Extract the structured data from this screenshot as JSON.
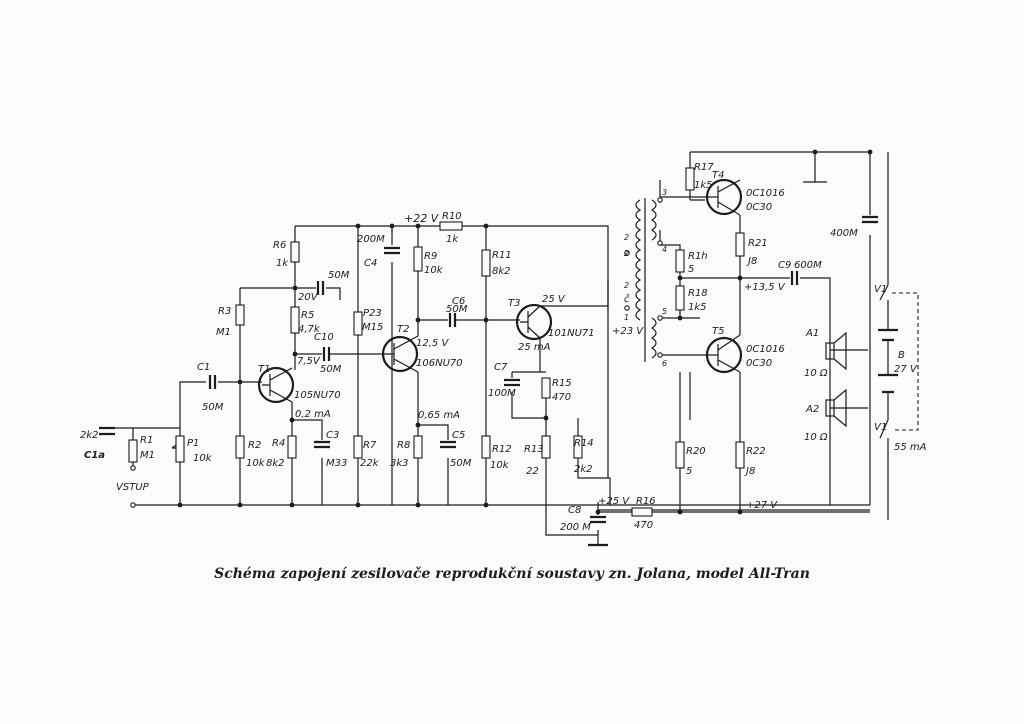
{
  "caption": "Schéma zapojení zesilovače reprodukční soustavy zn. Jolana, model All-Tran",
  "labels": {
    "c1a_val": "2k2",
    "c1a": "C1a",
    "r1": "R1",
    "r1_val": "M1",
    "p1": "P1",
    "p1_val": "10k",
    "vstup": "VSTUP",
    "c1": "C1",
    "c1_val": "50M",
    "r3": "R3",
    "r3_val": "M1",
    "r2": "R2",
    "r2_val": "10k",
    "t1": "T1",
    "t1_type": "105NU70",
    "r6": "R6",
    "r6_val": "1k",
    "r5": "R5",
    "r5_val": "4,7k",
    "r4": "R4",
    "r4_val": "8k2",
    "c3": "C3",
    "c3_val": "M33",
    "v20": "20V",
    "c50m_a": "50M",
    "c10": "C10",
    "c10_val": "50M",
    "v75": "7,5V",
    "i02": "0,2 mA",
    "p23": "P23",
    "p23_val": "M15",
    "r7": "R7",
    "r7_val": "22k",
    "c4_val": "200M",
    "c4": "C4",
    "r9": "R9",
    "r9_val": "10k",
    "v22": "+22 V",
    "r10": "R10",
    "r10_val": "1k",
    "t2": "T2",
    "t2_type": "106NU70",
    "v125": "12,5 V",
    "r8": "R8",
    "r8_val": "3k3",
    "c5": "C5",
    "c5_val": "50M",
    "i065": "0,65 mA",
    "c6": "C6",
    "c6_val": "50M",
    "r11": "R11",
    "r11_val": "8k2",
    "r12": "R12",
    "r12_val": "10k",
    "t3": "T3",
    "t3_type": "101NU71",
    "v25": "25 V",
    "i25": "25 mA",
    "c7": "C7",
    "c7_val": "100M",
    "r15": "R15",
    "r15_val": "470",
    "r13": "R13",
    "r13_val": "22",
    "r14": "R14",
    "r14_val": "2k2",
    "c8": "C8",
    "c8_val": "200 M",
    "v25b": "+25 V",
    "r16": "R16",
    "r16_val": "470",
    "v23": "+23 V",
    "tr_pin2a": "2",
    "tr_pin2b": "2",
    "tr_pin2c": "2",
    "tr_pin1": "1",
    "tr_pin3": "3",
    "tr_pin4": "4",
    "tr_pin5": "5",
    "tr_pin6": "6",
    "tr_c": "č",
    "r17": "R17",
    "r17_val": "1k5",
    "t4": "T4",
    "t4_type": "0C1016",
    "t4_alt": "0C30",
    "r1h": "R1h",
    "r1h_val": "5",
    "r18": "R18",
    "r18_val": "1k5",
    "r21": "R21",
    "r21_val": "J8",
    "c9": "C9",
    "c9_val": "600M",
    "v135": "+13,5 V",
    "t5": "T5",
    "t5_type": "0C1016",
    "t5_alt": "0C30",
    "r20": "R20",
    "r20_val": "5",
    "r22": "R22",
    "r22_val": "J8",
    "v27": "+27 V",
    "a1": "A1",
    "a1_val": "10 Ω",
    "a2": "A2",
    "a2_val": "10 Ω",
    "c400": "400M",
    "v1": "V1",
    "v1b": "V1",
    "b": "B",
    "b_val": "27 V",
    "i55": "55 mA"
  }
}
